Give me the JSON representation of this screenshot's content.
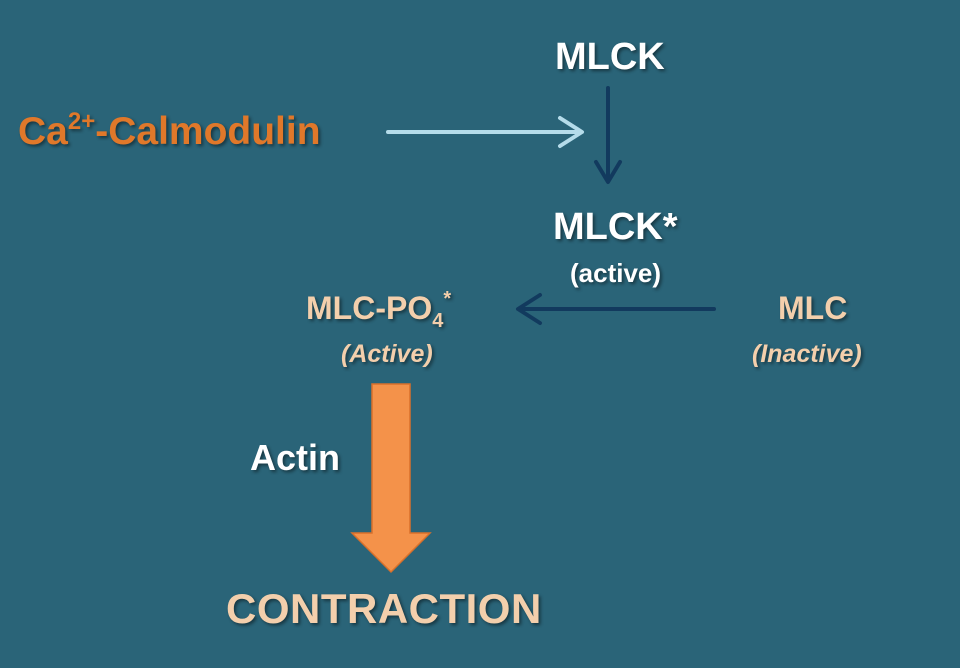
{
  "diagram": {
    "nodes": {
      "calmodulin": {
        "base": "Ca",
        "superscript": "2+",
        "suffix": "-Calmodulin"
      },
      "mlck": {
        "label": "MLCK"
      },
      "mlck_active": {
        "label": "MLCK*",
        "sublabel": "(active)"
      },
      "mlc_po4": {
        "base": "MLC-PO",
        "subscript": "4",
        "superscript": "*",
        "sublabel": "(Active)"
      },
      "mlc": {
        "label": "MLC",
        "sublabel": "(Inactive)"
      },
      "actin": {
        "label": "Actin"
      },
      "contraction": {
        "label": "CONTRACTION"
      }
    },
    "edges": [
      {
        "from": "calmodulin",
        "to": "mlck_active",
        "style": "thin-arrow"
      },
      {
        "from": "mlck",
        "to": "mlck_active",
        "style": "thin-arrow"
      },
      {
        "from": "mlc",
        "to": "mlc_po4",
        "style": "thin-arrow"
      },
      {
        "from": "mlc_po4",
        "to": "contraction",
        "style": "block-arrow"
      }
    ],
    "colors": {
      "background": "#2a6478",
      "calmodulin_text": "#e0782a",
      "white_text": "#ffffff",
      "peach_text": "#f3cfac",
      "light_arrow": "#b5dcea",
      "dark_arrow": "#123a5e",
      "block_arrow": "#f4924a"
    }
  }
}
